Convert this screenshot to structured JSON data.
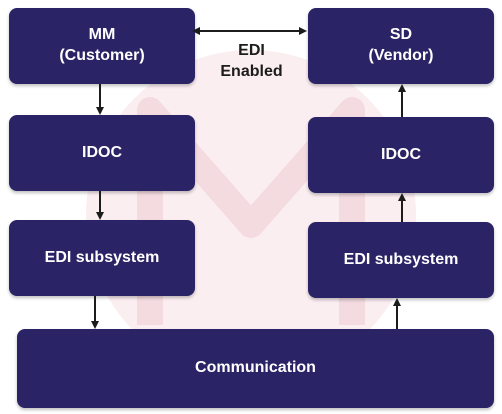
{
  "nodes": {
    "mm": {
      "line1": "MM",
      "line2": "(Customer)"
    },
    "sd": {
      "line1": "SD",
      "line2": "(Vendor)"
    },
    "idoc_left": {
      "label": "IDOC"
    },
    "idoc_right": {
      "label": "IDOC"
    },
    "edi_left": {
      "label": "EDI subsystem"
    },
    "edi_right": {
      "label": "EDI subsystem"
    },
    "communication": {
      "label": "Communication"
    }
  },
  "edge_label": {
    "line1": "EDI",
    "line2": "Enabled"
  },
  "colors": {
    "node_fill": "#2a2466",
    "node_text": "#ffffff",
    "arrow": "#1c1c1c",
    "watermark": "#f8e6ea"
  }
}
